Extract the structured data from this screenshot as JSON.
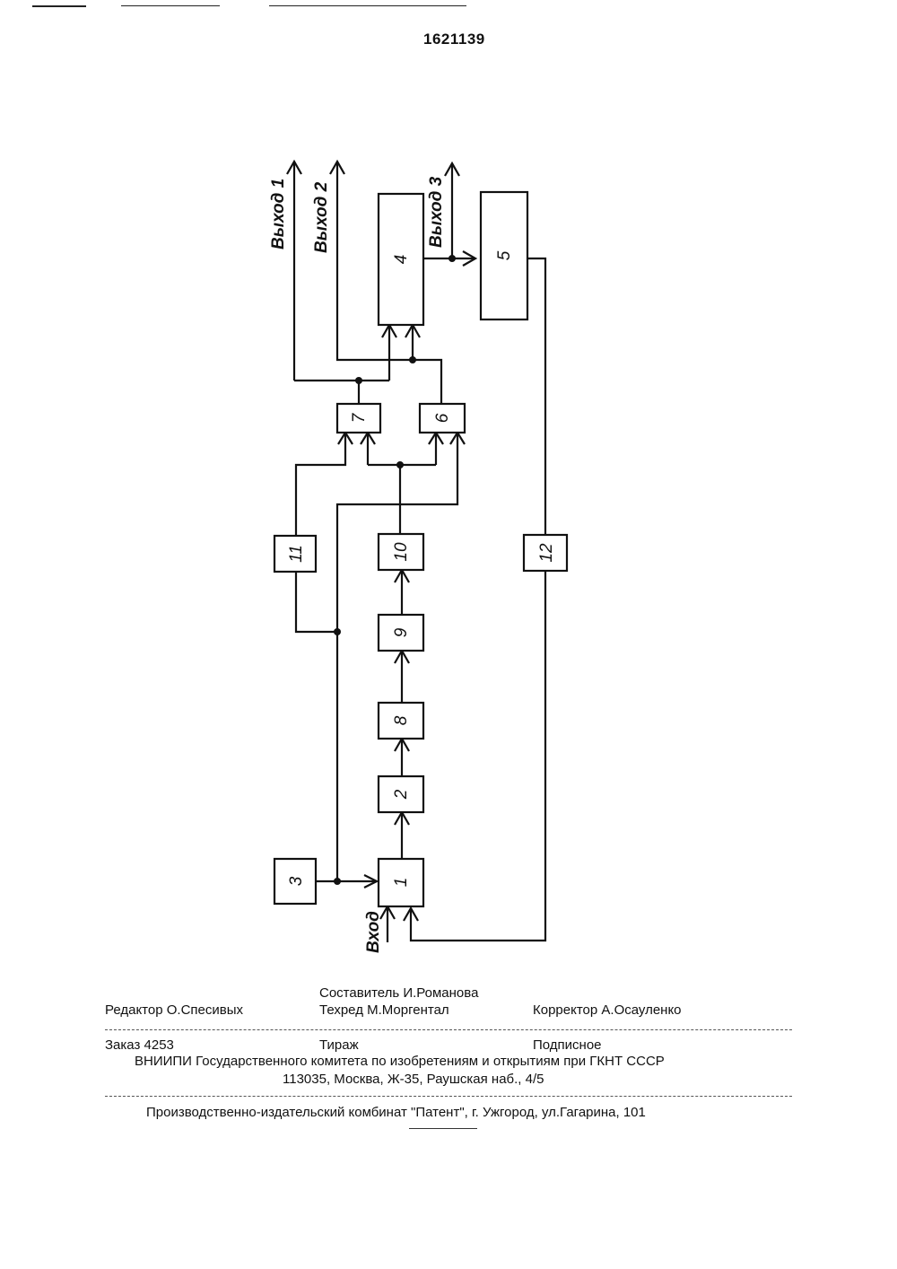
{
  "header": {
    "patent_number": "1621139"
  },
  "diagram": {
    "blocks": [
      {
        "id": "1",
        "label": "1"
      },
      {
        "id": "2",
        "label": "2"
      },
      {
        "id": "3",
        "label": "3"
      },
      {
        "id": "4",
        "label": "4"
      },
      {
        "id": "5",
        "label": "5"
      },
      {
        "id": "6",
        "label": "6"
      },
      {
        "id": "7",
        "label": "7"
      },
      {
        "id": "8",
        "label": "8"
      },
      {
        "id": "9",
        "label": "9"
      },
      {
        "id": "10",
        "label": "10"
      },
      {
        "id": "11",
        "label": "11"
      },
      {
        "id": "12",
        "label": "12"
      }
    ],
    "signals": {
      "output1": "Выход 1",
      "output2": "Выход 2",
      "output3": "Выход 3",
      "input": "Вход"
    }
  },
  "footer": {
    "compiler": "Составитель  И.Романова",
    "editor": "Редактор  О.Спесивых",
    "techred": "Техред М.Моргентал",
    "corrector": "Корректор А.Осауленко",
    "order": "Заказ 4253",
    "circulation": "Тираж",
    "subscription": "Подписное",
    "org": "ВНИИПИ Государственного комитета по изобретениям и открытиям при ГКНТ СССР",
    "address": "113035, Москва, Ж-35, Раушская наб., 4/5",
    "publisher": "Производственно-издательский комбинат \"Патент\", г. Ужгород, ул.Гагарина, 101"
  }
}
